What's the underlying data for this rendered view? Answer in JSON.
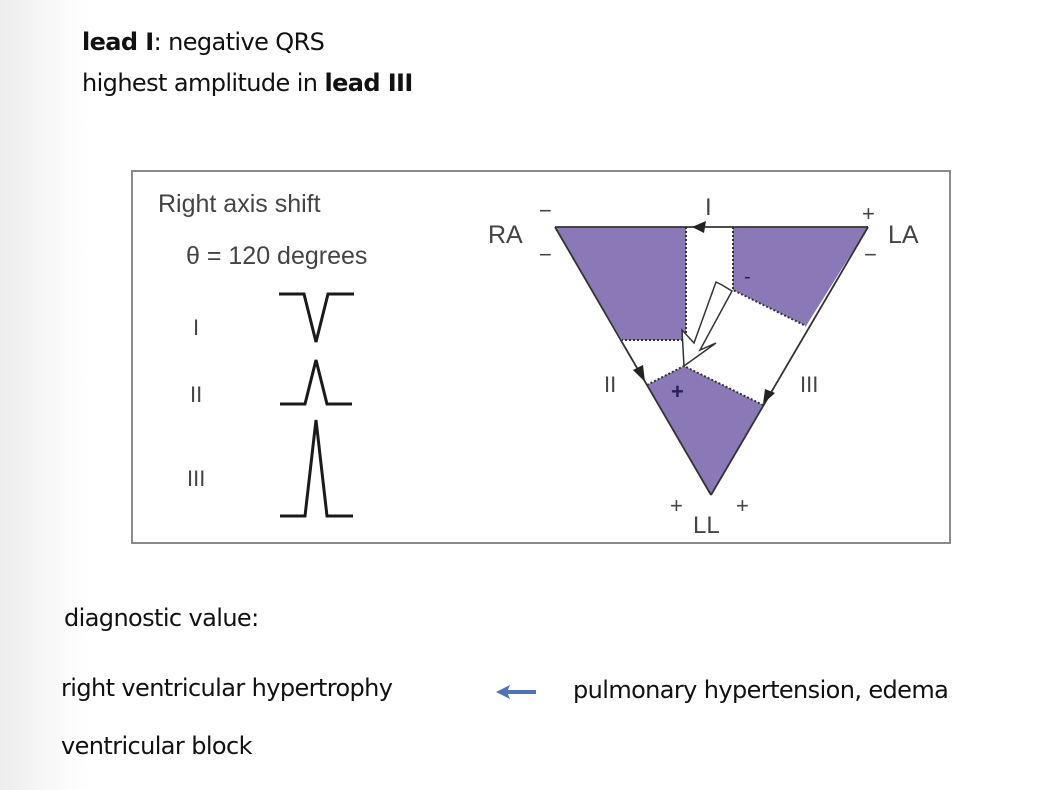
{
  "header": {
    "line1": {
      "bold": "lead I",
      "rest": ": negative QRS"
    },
    "line2": {
      "rest": "highest amplitude in ",
      "bold": "lead III"
    }
  },
  "figure": {
    "title": "Right axis shift",
    "theta": "θ = 120 degrees",
    "leads": [
      {
        "label": "I",
        "waveform": "negative deflection"
      },
      {
        "label": "II",
        "waveform": "small positive deflection"
      },
      {
        "label": "III",
        "waveform": "large positive deflection"
      }
    ],
    "triangle": {
      "vertices": {
        "ra": "RA",
        "la": "LA",
        "ll": "LL"
      },
      "sides": {
        "top": "I",
        "left": "II",
        "right": "III"
      },
      "polarity": {
        "ra_top": "−",
        "ra_bottom": "−",
        "la_top": "+",
        "la_bottom": "−",
        "ll_left": "+",
        "ll_right": "+",
        "inner_negative": "-",
        "inner_positive": "+"
      },
      "fill_color": "#8a79b6",
      "axis_arrow": "hollow-arrow pointing toward lower-left (120°)"
    }
  },
  "footer": {
    "diagnostic_label": "diagnostic value:",
    "item1": "right ventricular hypertrophy",
    "arrow_icon": "left-arrow",
    "arrow_color": "#4f74b3",
    "cause": "pulmonary hypertension, edema",
    "item2": "ventricular block"
  }
}
